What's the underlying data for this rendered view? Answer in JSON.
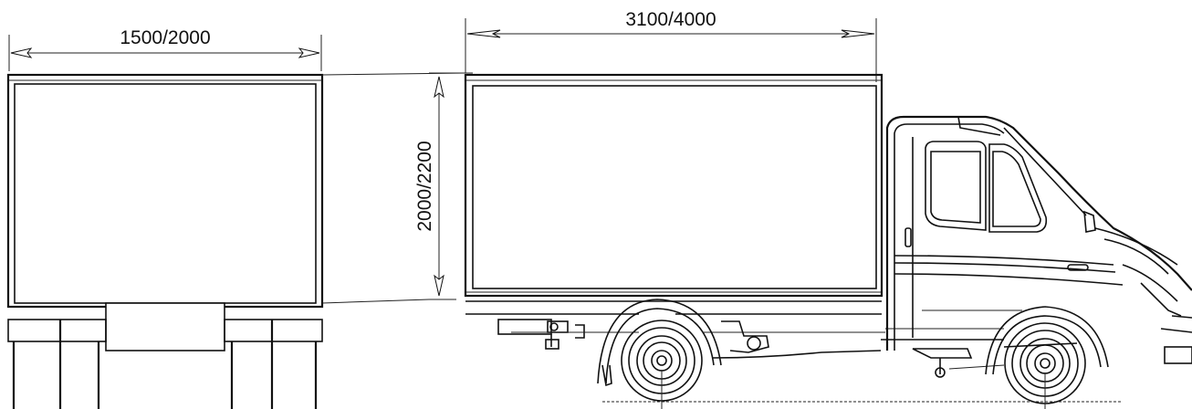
{
  "dimensions": {
    "front_width": "1500/2000",
    "side_length": "3100/4000",
    "body_height": "2000/2200"
  }
}
